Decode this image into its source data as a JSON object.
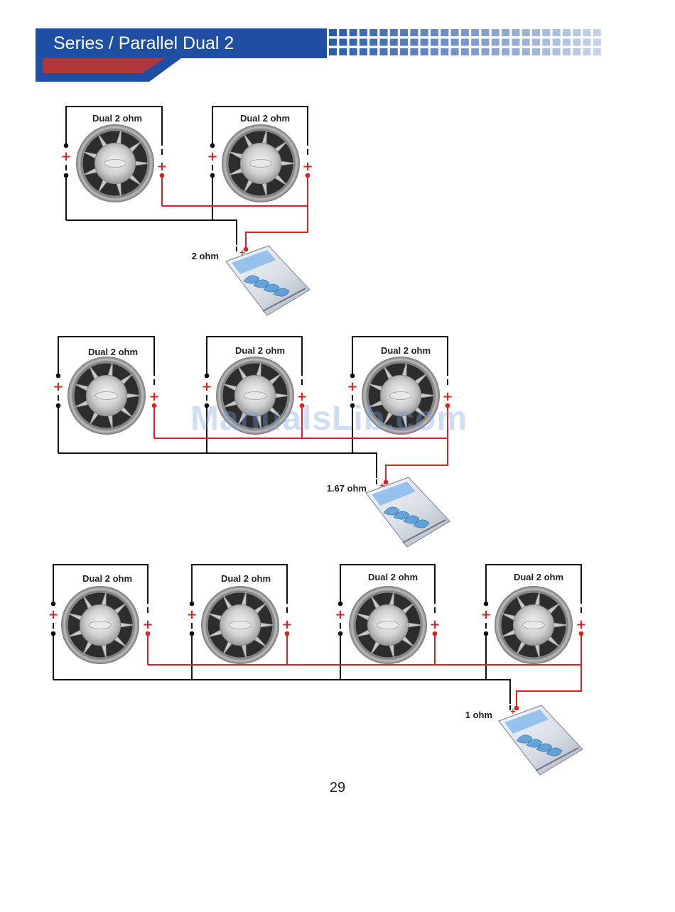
{
  "header": {
    "title": "Series / Parallel Dual 2",
    "colors": {
      "blue": "#1f4fa3",
      "red": "#b0383a",
      "tile": "#2c5ca8"
    }
  },
  "diagrams": [
    {
      "speakers": [
        "Dual 2 ohm",
        "Dual 2 ohm"
      ],
      "amp_load": "2 ohm"
    },
    {
      "speakers": [
        "Dual 2 ohm",
        "Dual 2 ohm",
        "Dual 2 ohm"
      ],
      "amp_load": "1.67 ohm"
    },
    {
      "speakers": [
        "Dual 2 ohm",
        "Dual 2 ohm",
        "Dual 2 ohm",
        "Dual 2 ohm"
      ],
      "amp_load": "1 ohm"
    }
  ],
  "terminals": {
    "positive": "+",
    "negative": "-"
  },
  "wire_colors": {
    "positive": "#e02020",
    "negative": "#111111"
  },
  "watermark": "ManualsLib.com",
  "page_number": "29"
}
